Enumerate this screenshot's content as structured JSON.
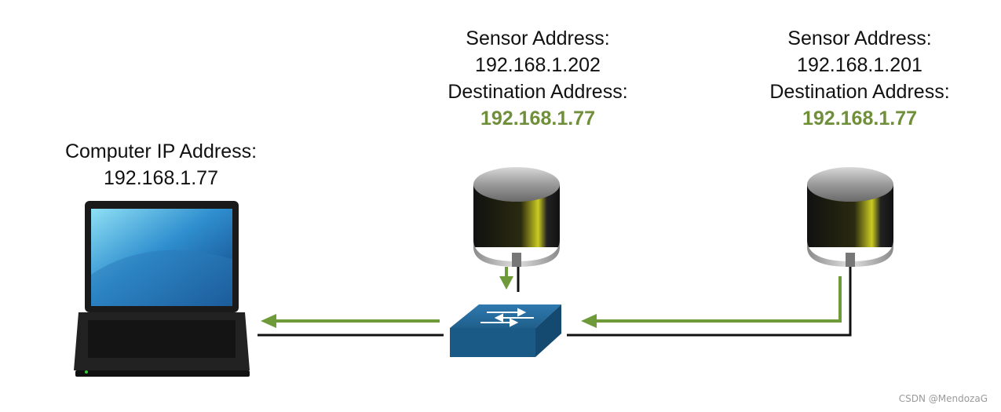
{
  "computer": {
    "title": "Computer IP Address:",
    "ip": "192.168.1.77"
  },
  "sensor_1": {
    "address_label": "Sensor Address:",
    "address": "192.168.1.202",
    "destination_label": "Destination Address:",
    "destination": "192.168.1.77"
  },
  "sensor_2": {
    "address_label": "Sensor Address:",
    "address": "192.168.1.201",
    "destination_label": "Destination Address:",
    "destination": "192.168.1.77"
  },
  "watermark": "CSDN @MendozaG",
  "colors": {
    "data_flow": "#6f9a3a",
    "cable": "#111111",
    "switch": "#1f5f8b"
  }
}
